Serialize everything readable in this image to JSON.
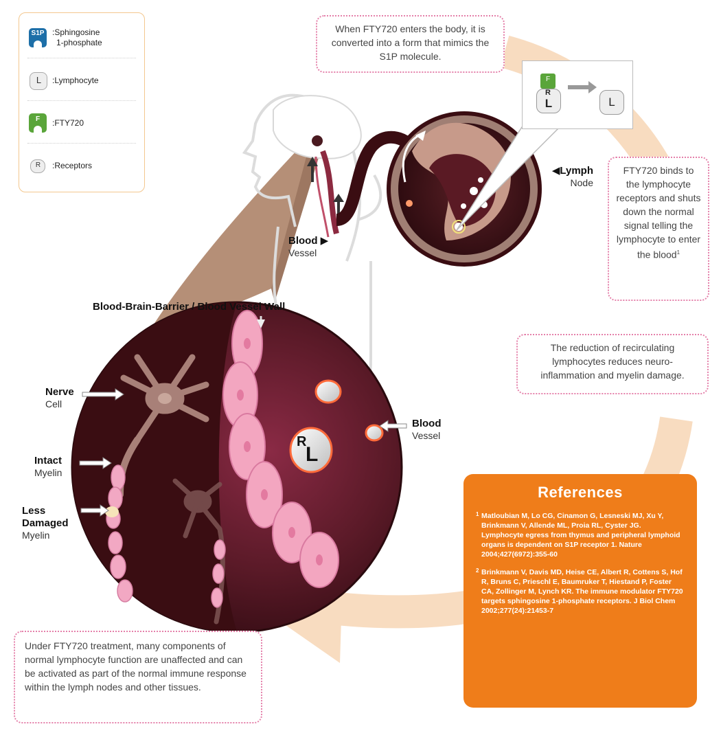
{
  "legend": {
    "items": [
      {
        "badge": "S1P",
        "label_line1": ":Sphingosine",
        "label_line2": "1-phosphate",
        "icon": "s1p-icon"
      },
      {
        "badge": "L",
        "label_line1": ":Lymphocyte",
        "label_line2": "",
        "icon": "lymphocyte-icon"
      },
      {
        "badge": "F",
        "label_line1": ":FTY720",
        "label_line2": "",
        "icon": "fty720-icon"
      },
      {
        "badge": "R",
        "label_line1": ":Receptors",
        "label_line2": "",
        "icon": "receptor-icon"
      }
    ]
  },
  "callouts": {
    "top": "When FTY720 enters the body, it is converted into a form that mimics the S1P molecule.",
    "right": "FTY720 binds to the lymphocyte receptors and shuts down the normal signal telling the lymphocyte to enter the blood",
    "right_sup": "1",
    "middle": "The reduction of recirculating lymphocytes reduces neuro-inflammation and myelin damage.",
    "bottom": "Under FTY720 treatment, many components of normal lymphocyte function are unaffected and can be activated as part of the normal immune response within the lymph nodes and other tissues."
  },
  "inset": {
    "badge_f": "F",
    "badge_r": "R",
    "badge_l": "L",
    "badge_l2": "L"
  },
  "labels": {
    "lymph_bold": "Lymph",
    "lymph_norm": "Node",
    "blood_top_bold": "Blood",
    "blood_top_norm": "Vessel",
    "bbb": "Blood-Brain-Barrier / Blood Vessel Wall",
    "nerve_bold": "Nerve",
    "nerve_norm": "Cell",
    "intact_bold": "Intact",
    "intact_norm": "Myelin",
    "less_bold_1": "Less",
    "less_bold_2": "Damaged",
    "less_norm": "Myelin",
    "blood_right_bold": "Blood",
    "blood_right_norm": "Vessel",
    "cell_r": "R",
    "cell_l": "L"
  },
  "references": {
    "title": "References",
    "items": [
      {
        "num": "1",
        "text": "Matloubian M, Lo CG, Cinamon G, Lesneski MJ, Xu Y, Brinkmann V, Allende ML, Proia RL, Cyster JG. Lymphocyte egress from thymus and peripheral lymphoid organs is dependent on S1P receptor 1. Nature 2004;427(6972):355-60"
      },
      {
        "num": "2",
        "text": "Brinkmann V, Davis MD, Heise CE, Albert R, Cottens S, Hof R, Bruns C, Prieschl E, Baumruker T, Hiestand P, Foster CA, Zollinger M, Lynch KR. The immune modulator FTY720 targets sphingosine 1-phosphate receptors. J Biol Chem 2002;277(24):21453-7"
      }
    ]
  },
  "colors": {
    "orange": "#ef7d1a",
    "maroon": "#3a0d12",
    "pink": "#e47fa9",
    "tan": "#b58f77",
    "beige_arrow": "#f8dcc0"
  }
}
